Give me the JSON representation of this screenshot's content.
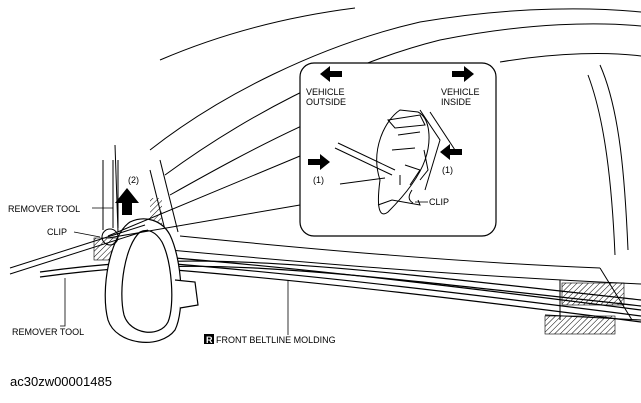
{
  "labels": {
    "remover_tool_top": "REMOVER TOOL",
    "clip_left": "CLIP",
    "remover_tool_bottom": "REMOVER TOOL",
    "step_2": "(2)",
    "vehicle_outside_line1": "VEHICLE",
    "vehicle_outside_line2": "OUTSIDE",
    "vehicle_inside_line1": "VEHICLE",
    "vehicle_inside_line2": "INSIDE",
    "step_1_left": "(1)",
    "step_1_right": "(1)",
    "clip_detail": "CLIP",
    "part_badge": "R",
    "part_name": "FRONT BELTLINE MOLDING"
  },
  "figure_id": "ac30zw00001485",
  "colors": {
    "line": "#000000",
    "badge_bg": "#000000",
    "badge_text": "#ffffff"
  },
  "icons": [
    "arrow-left-icon",
    "arrow-right-icon",
    "arrow-up-icon",
    "arrow-right-icon",
    "arrow-left-icon"
  ]
}
